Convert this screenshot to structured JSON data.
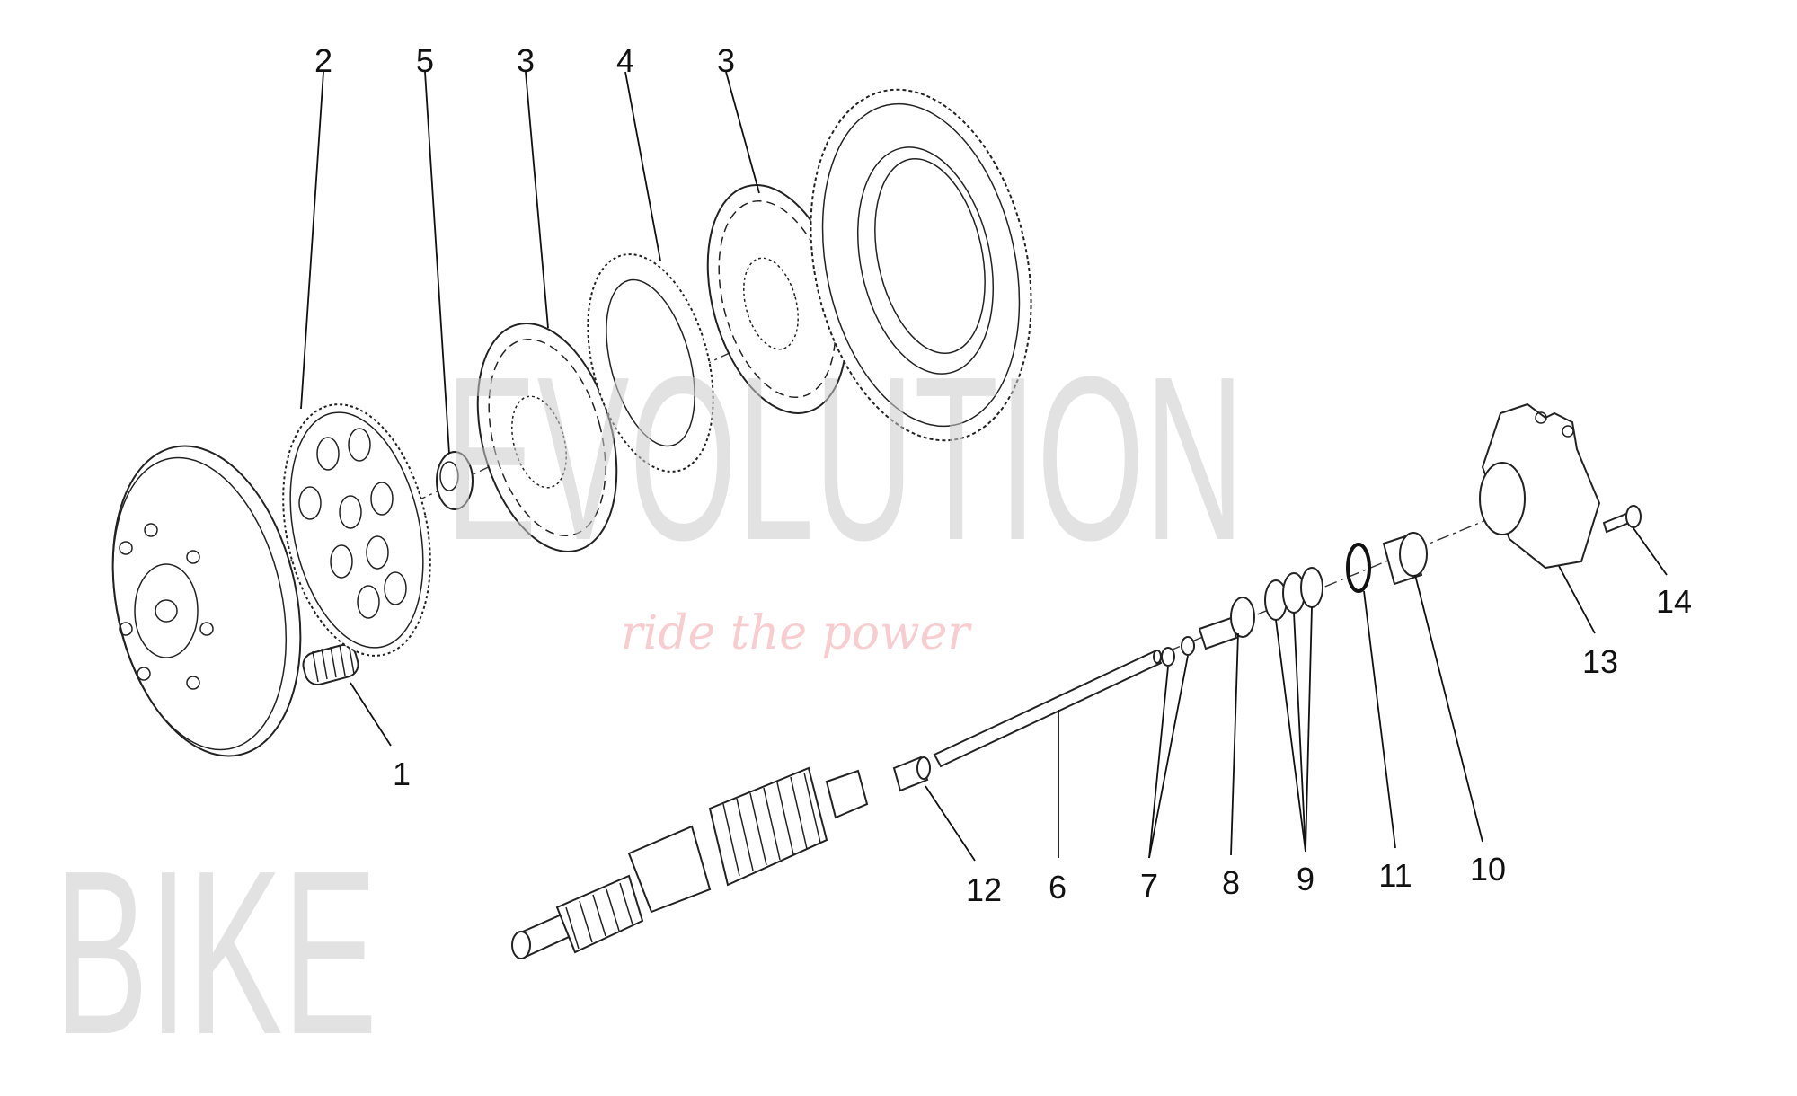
{
  "diagram": {
    "title": "",
    "watermark": {
      "brand_top": "EVOLUTION",
      "brand_side": "BIKE",
      "tagline": "ride the power"
    },
    "callouts": [
      {
        "id": "c2",
        "label": "2",
        "part": "clutch-housing-ring-gear"
      },
      {
        "id": "c5",
        "label": "5",
        "part": "hub"
      },
      {
        "id": "c3a",
        "label": "3",
        "part": "clutch-disc"
      },
      {
        "id": "c4",
        "label": "4",
        "part": "intermediate-plate"
      },
      {
        "id": "c3b",
        "label": "3",
        "part": "clutch-disc"
      },
      {
        "id": "c1",
        "label": "1",
        "part": "spring"
      },
      {
        "id": "c12",
        "label": "12",
        "part": "bushing"
      },
      {
        "id": "c6",
        "label": "6",
        "part": "push-rod"
      },
      {
        "id": "c7",
        "label": "7",
        "part": "pins"
      },
      {
        "id": "c8",
        "label": "8",
        "part": "thrust-piece"
      },
      {
        "id": "c9",
        "label": "9",
        "part": "washers"
      },
      {
        "id": "c11",
        "label": "11",
        "part": "o-ring"
      },
      {
        "id": "c10",
        "label": "10",
        "part": "piston"
      },
      {
        "id": "c13",
        "label": "13",
        "part": "slave-cylinder"
      },
      {
        "id": "c14",
        "label": "14",
        "part": "bleed-screw"
      }
    ]
  }
}
